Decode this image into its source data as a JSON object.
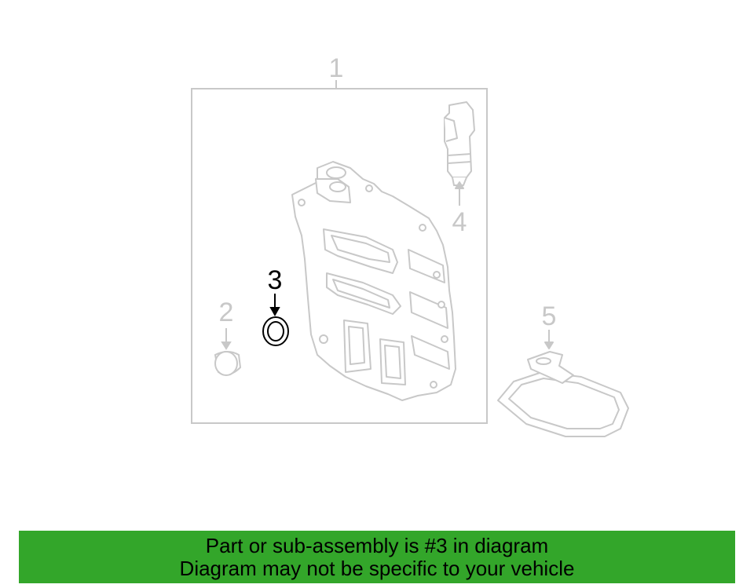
{
  "diagram": {
    "callouts": {
      "c1": "1",
      "c2": "2",
      "c3": "3",
      "c4": "4",
      "c5": "5"
    },
    "highlighted_callout": "3",
    "colors": {
      "line": "#c8c8c8",
      "highlight": "#000000"
    }
  },
  "banner": {
    "line1": "Part or sub-assembly is #3 in diagram",
    "line2": "Diagram may not be specific to your vehicle",
    "color": "#33a62a"
  }
}
